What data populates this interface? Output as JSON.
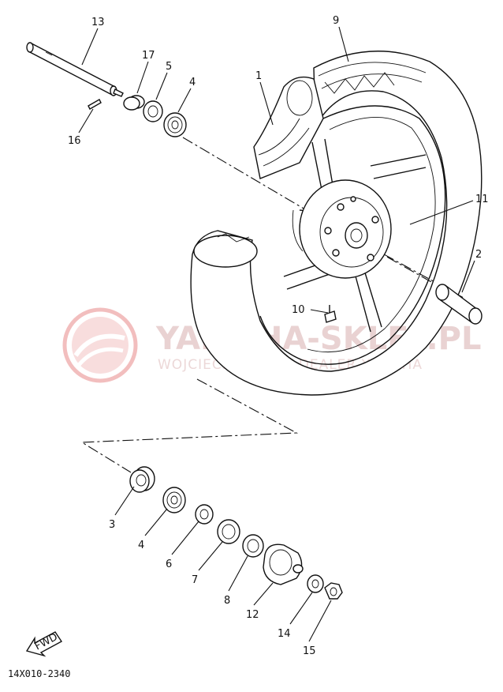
{
  "diagram": {
    "part_labels": [
      "1",
      "2",
      "3",
      "4",
      "4",
      "5",
      "6",
      "7",
      "8",
      "9",
      "10",
      "11",
      "12",
      "13",
      "14",
      "15",
      "16",
      "17"
    ],
    "drawing_code": "14X010-2340",
    "direction_marker": "FWD"
  },
  "watermark": {
    "title": "YAMAHA-SKLEP.PL",
    "subtitle": "WOJCIECHOWICZ | DEALER YAMAHA",
    "logo_color": "#e88a8a",
    "text_color": "#e9d2d2"
  }
}
